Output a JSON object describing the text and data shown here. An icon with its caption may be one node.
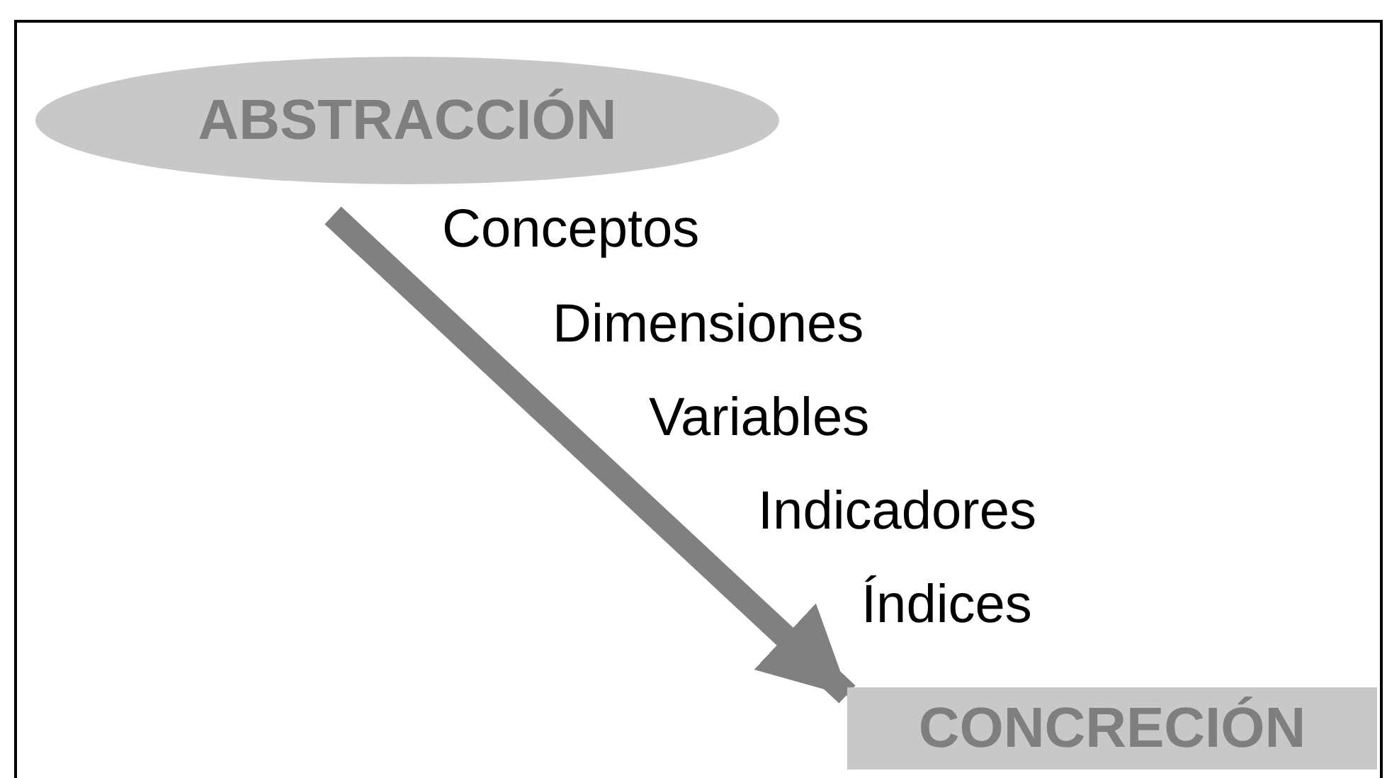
{
  "diagram": {
    "nodes": [
      {
        "text": [
          "ABSTRACCIÓN"
        ]
      },
      {
        "text": [
          "CONCRECIÓN"
        ]
      }
    ],
    "edges": [
      {
        "from": 0,
        "to": 1,
        "arrow": "to"
      }
    ],
    "labels": [
      "Conceptos",
      "Dimensiones",
      "Variables",
      "Indicadores",
      "Índices"
    ]
  }
}
